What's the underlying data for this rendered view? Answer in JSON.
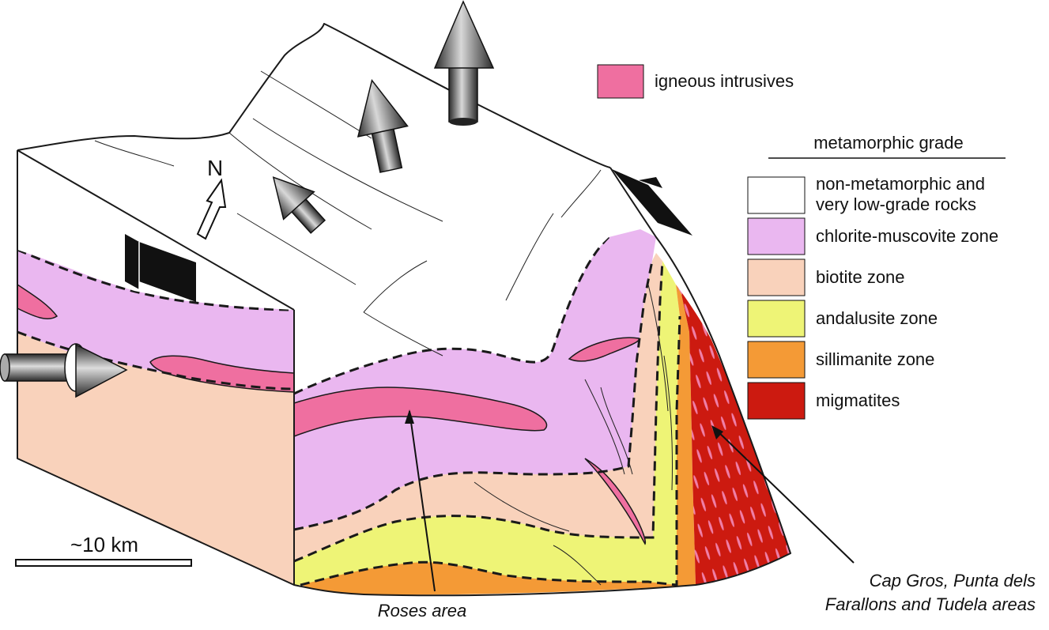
{
  "legend": {
    "igneous": {
      "label": "igneous intrusives",
      "color": "#ef6fa0"
    },
    "grade_title": "metamorphic grade",
    "zones": [
      {
        "lines": [
          "non-metamorphic and",
          "very low-grade rocks"
        ],
        "color": "#ffffff"
      },
      {
        "lines": [
          "chlorite-muscovite zone"
        ],
        "color": "#eab7f0"
      },
      {
        "lines": [
          "biotite zone"
        ],
        "color": "#f9d2bb"
      },
      {
        "lines": [
          "andalusite zone"
        ],
        "color": "#eef476"
      },
      {
        "lines": [
          "sillimanite zone"
        ],
        "color": "#f49a36"
      },
      {
        "lines": [
          "migmatites"
        ],
        "color": "#cc1a10"
      }
    ]
  },
  "labels": {
    "north": "N",
    "scale": "~10 km",
    "roses": "Roses area",
    "capgros_line1": "Cap Gros, Punta dels",
    "capgros_line2": "Farallons and Tudela areas"
  }
}
